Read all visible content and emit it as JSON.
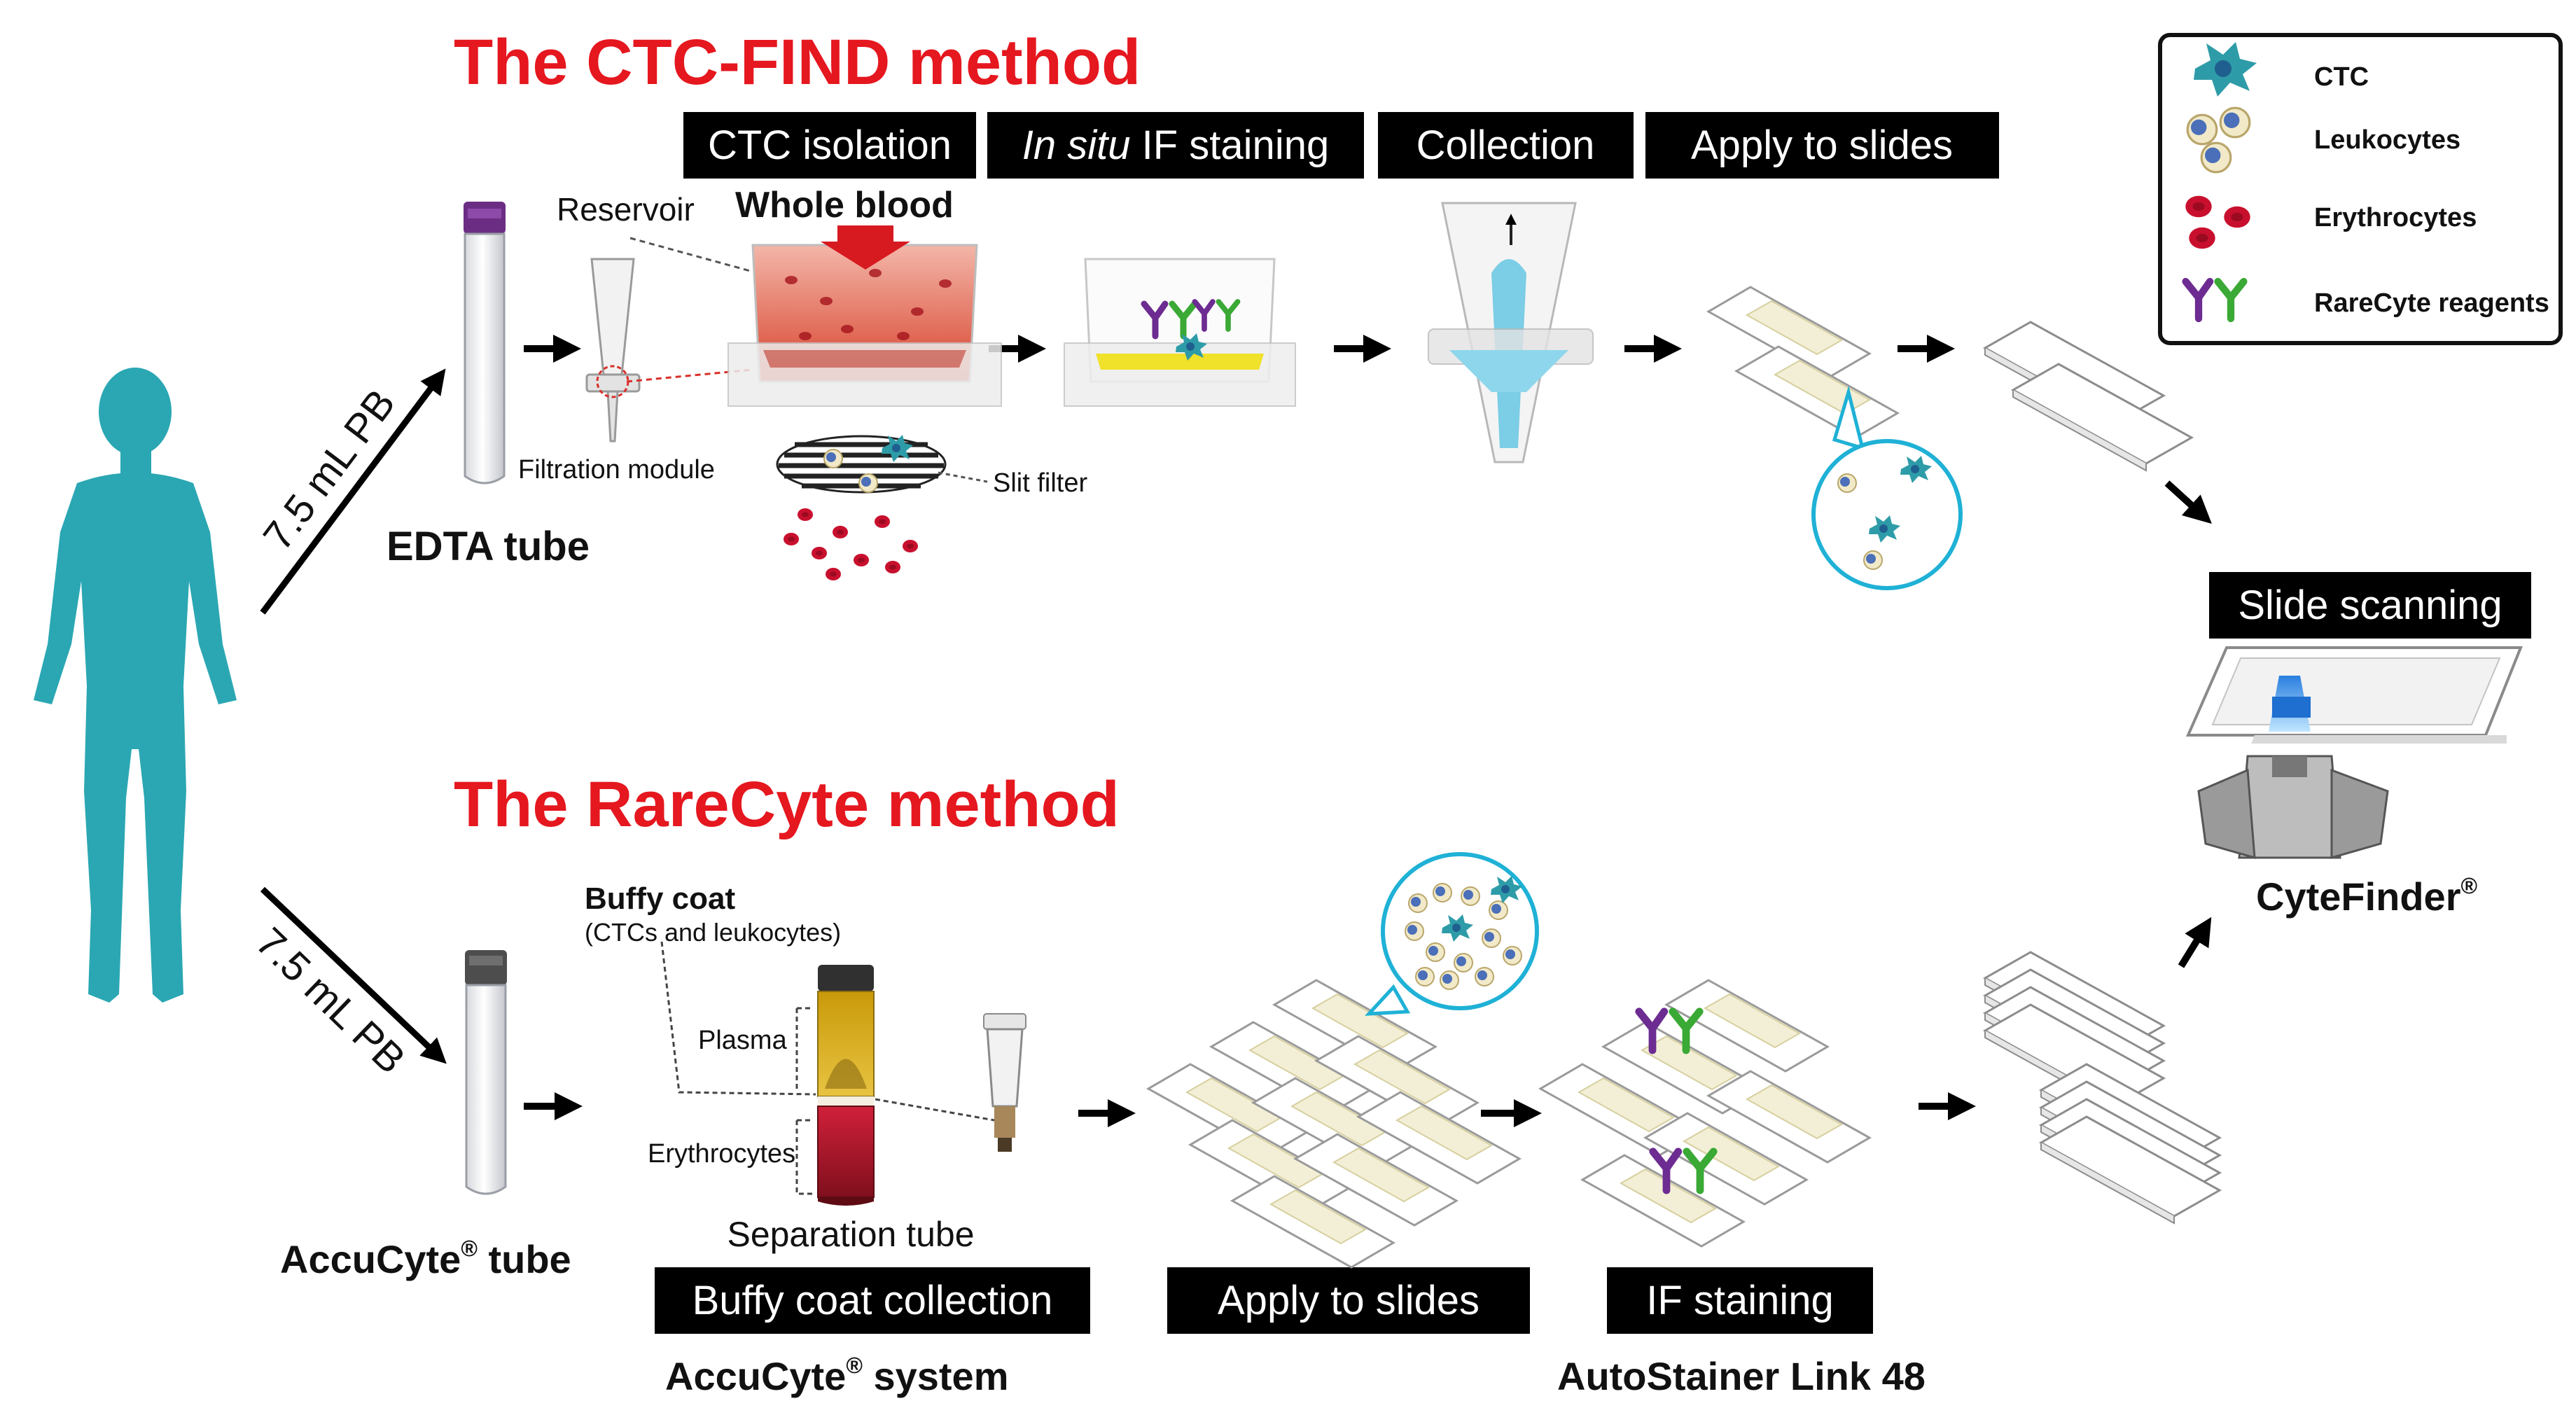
{
  "colors": {
    "title_red": "#e5171f",
    "box_black": "#000000",
    "human_teal": "#2aa7b3",
    "accent_cyan": "#1fb1d6",
    "erythrocyte_red": "#c8102e",
    "antibody_purple": "#6d2c91",
    "antibody_green": "#3aa935"
  },
  "ctc_find": {
    "title": "The CTC-FIND method",
    "step_labels": {
      "isolation": "CTC isolation",
      "staining_italic": "In situ",
      "staining_rest": " IF staining",
      "collection": "Collection",
      "apply": "Apply to slides"
    },
    "blood_volume": "7.5 mL PB",
    "tube_label": "EDTA tube",
    "reservoir": "Reservoir",
    "whole_blood": "Whole blood",
    "filtration_module": "Filtration module",
    "slit_filter": "Slit filter"
  },
  "rarecyte": {
    "title": "The RareCyte method",
    "blood_volume": "7.5 mL PB",
    "tube_label": "AccuCyte",
    "tube_label_suffix": " tube",
    "buffy_coat": "Buffy coat",
    "buffy_coat_note": "(CTCs and leukocytes)",
    "plasma": "Plasma",
    "erythrocytes": "Erythrocytes",
    "separation_tube": "Separation tube",
    "step_labels": {
      "collection": "Buffy coat collection",
      "apply": "Apply to slides",
      "staining": "IF staining"
    },
    "system_name": "AccuCyte",
    "system_suffix": "  system",
    "stainer_name": "AutoStainer Link 48"
  },
  "shared": {
    "scanning_label": "Slide scanning",
    "scanner_name": "CyteFinder",
    "registered": "®"
  },
  "legend": {
    "items": [
      {
        "icon": "ctc-icon",
        "label": "CTC"
      },
      {
        "icon": "leukocyte-icon",
        "label": "Leukocytes"
      },
      {
        "icon": "erythrocyte-icon",
        "label": "Erythrocytes"
      },
      {
        "icon": "antibody-icon",
        "label": "RareCyte reagents"
      }
    ]
  }
}
